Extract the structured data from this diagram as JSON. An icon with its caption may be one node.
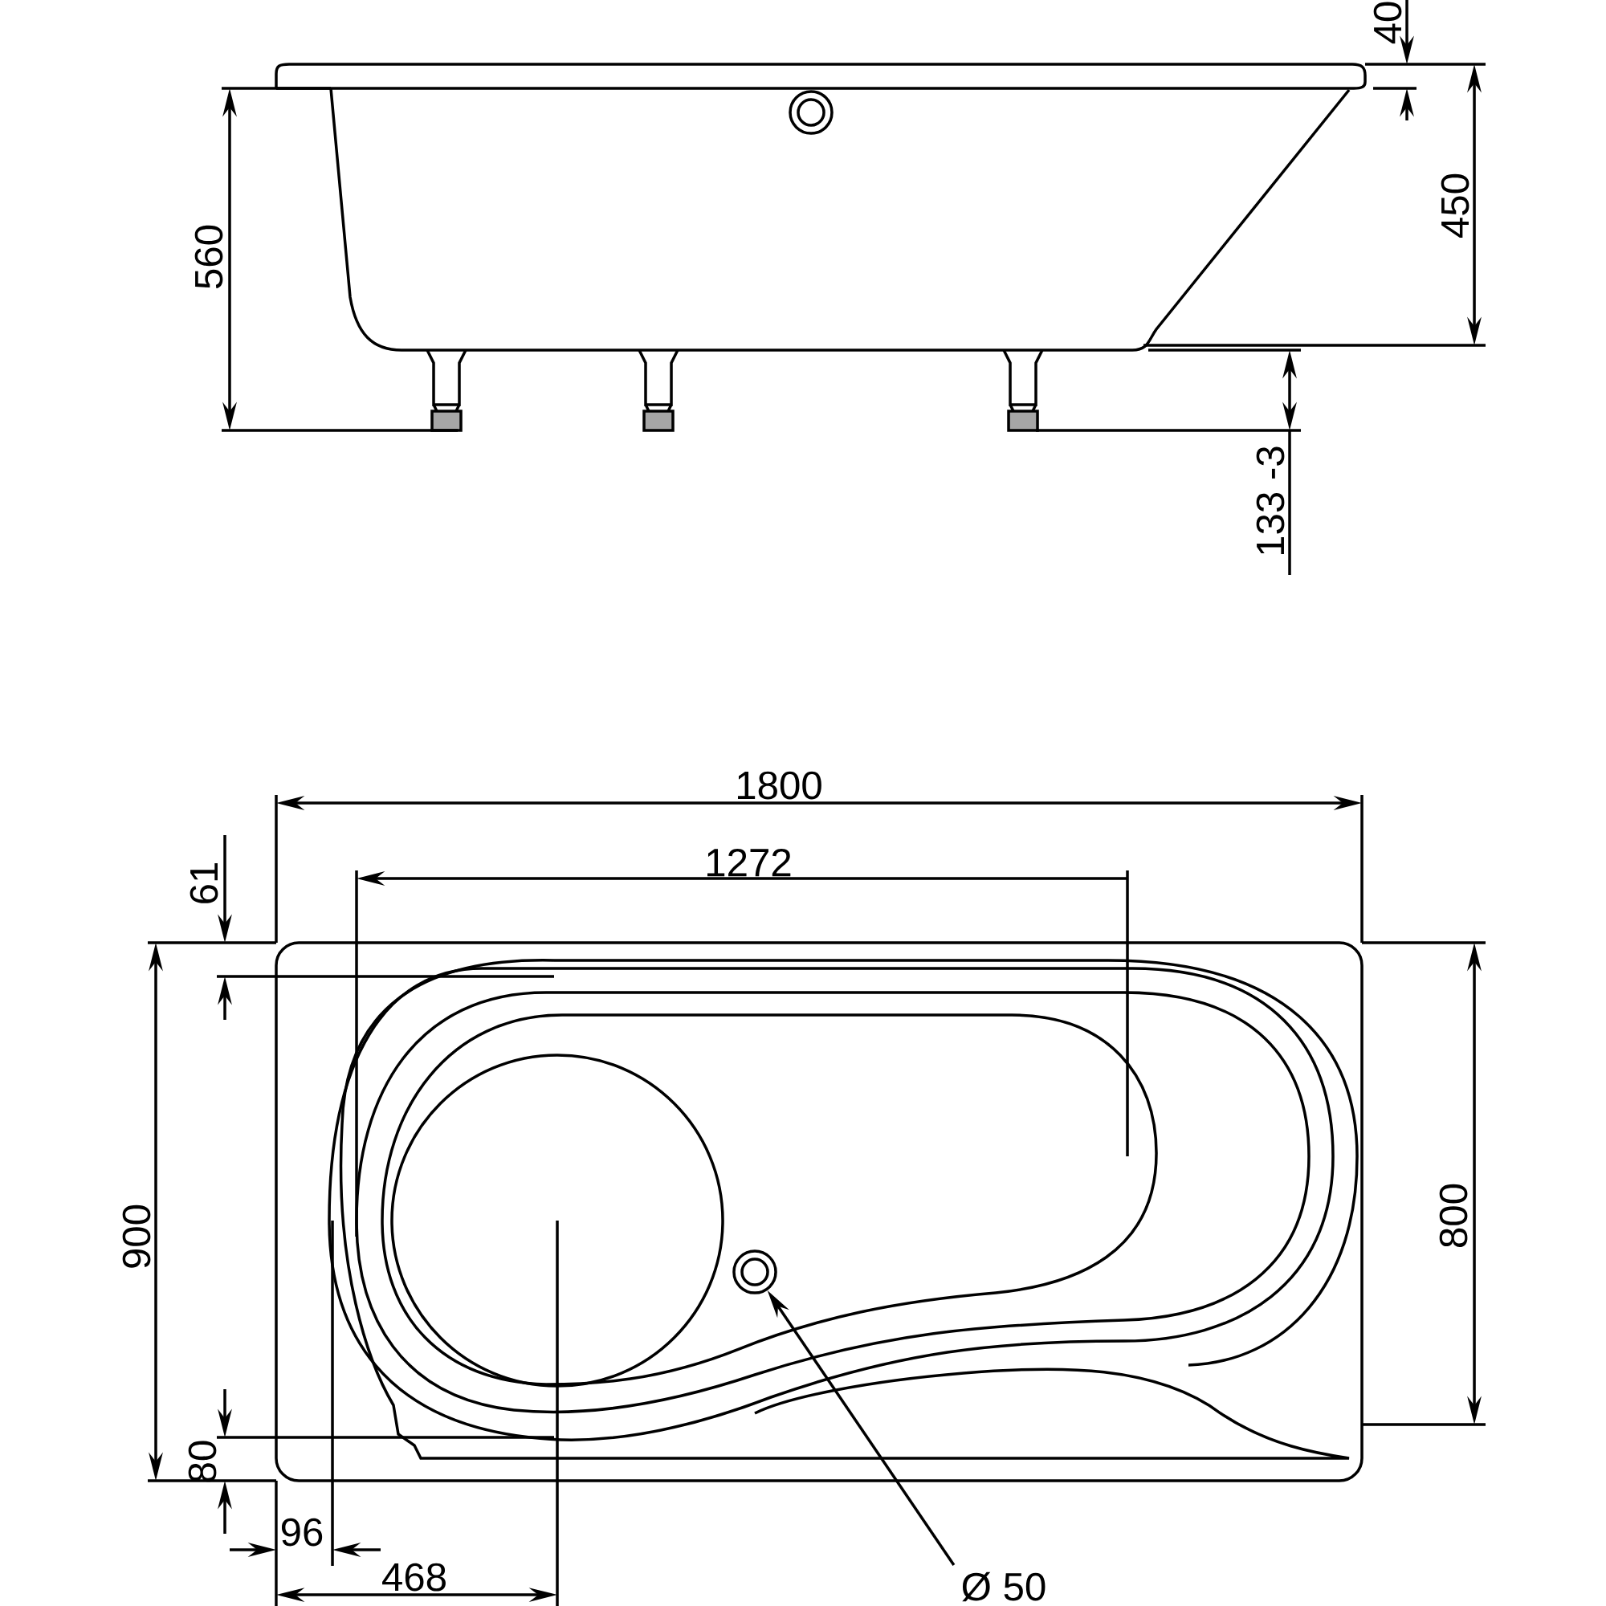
{
  "diagram": {
    "nodes": [
      {
        "text": [
          "Ø 50"
        ]
      },
      {
        "text": [],
        "shape": "circle"
      }
    ],
    "edges": [
      {
        "from": 0,
        "to": 1,
        "arrow": "to"
      }
    ],
    "labels": [
      "40",
      "450",
      "560",
      "133 -3",
      "1800",
      "1272",
      "61",
      "900",
      "800",
      "80",
      "96",
      "468"
    ]
  }
}
